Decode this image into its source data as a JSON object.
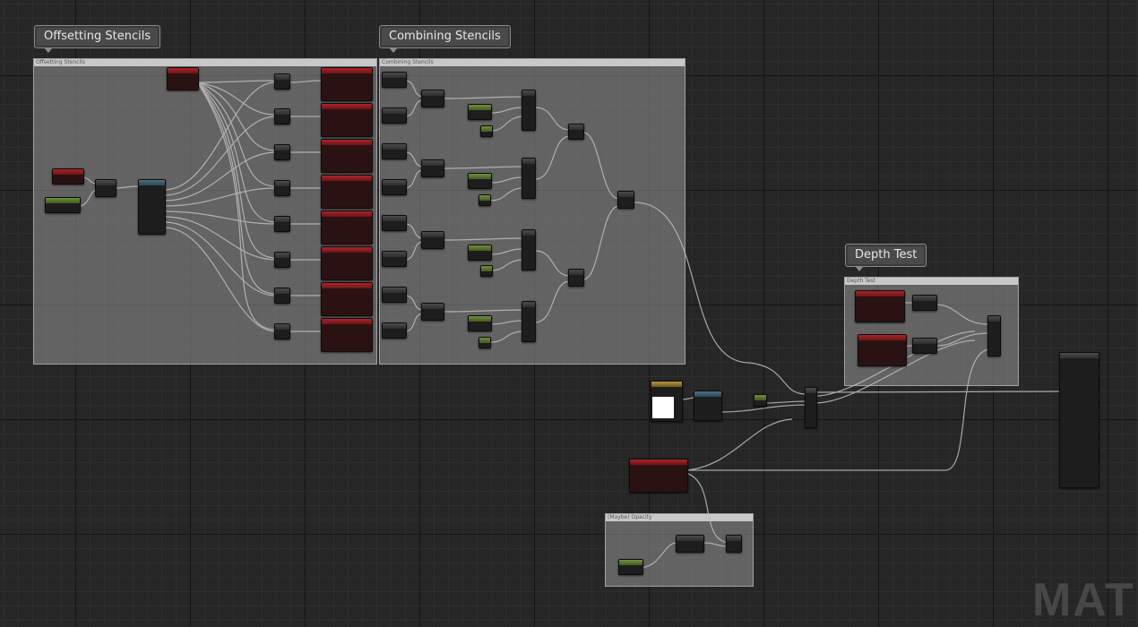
{
  "comments": [
    {
      "key": "offset",
      "bubble": "Offsetting Stencils",
      "header": "Offsetting Stencils"
    },
    {
      "key": "combine",
      "bubble": "Combining Stencils",
      "header": "Combining Stencils"
    },
    {
      "key": "depth",
      "bubble": "Depth Test",
      "header": "Depth Test"
    },
    {
      "key": "opacity",
      "bubble": "",
      "header": "(Maybe) Opacity"
    }
  ],
  "watermark": "MATE",
  "colors": {
    "red_node": "#8f1f23",
    "green_node": "#5d7a33",
    "wire": "#c8c8c8"
  }
}
